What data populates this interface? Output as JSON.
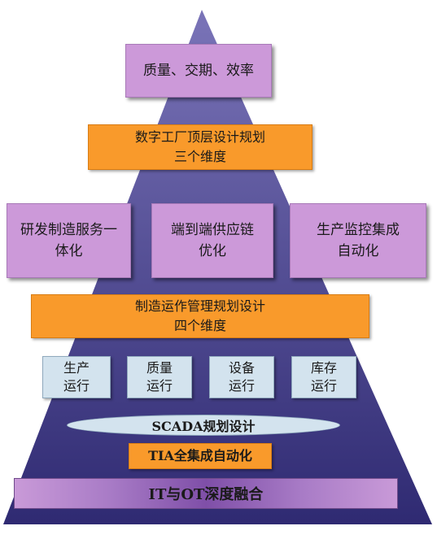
{
  "top": {
    "label": "质量、交期、效率"
  },
  "digital_factory": {
    "label": "数字工厂顶层设计规划\n三个维度"
  },
  "dimensions_three": [
    {
      "label": "研发制造服务一\n体化"
    },
    {
      "label": "端到端供应链\n优化"
    },
    {
      "label": "生产监控集成\n自动化"
    }
  ],
  "manufacturing_ops": {
    "label": "制造运作管理规划设计\n四个维度"
  },
  "operations_four": [
    {
      "label": "生产\n运行"
    },
    {
      "label": "质量\n运行"
    },
    {
      "label": "设备\n运行"
    },
    {
      "label": "库存\n运行"
    }
  ],
  "scada": {
    "label": "SCADA规划设计"
  },
  "tia": {
    "label": "TIA全集成自动化"
  },
  "it_ot": {
    "label": "IT与OT深度融合"
  },
  "colors": {
    "pyramid_top": "#7a74b8",
    "pyramid_bottom": "#2f2a72",
    "lilac_box": "#cc99d9",
    "orange_box": "#f99a2b",
    "light_blue_box": "#d3e3ee"
  }
}
